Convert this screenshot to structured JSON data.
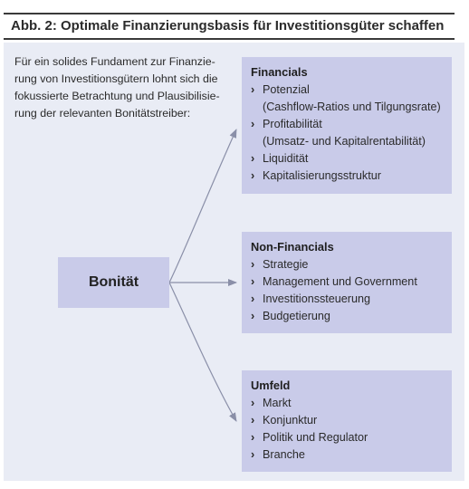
{
  "figure": {
    "title": "Abb. 2: Optimale Finanzierungsbasis für Investitionsgüter schaffen"
  },
  "intro": {
    "lines": [
      "Für ein solides Fundament zur Finanzie-",
      "rung von Investitionsgütern lohnt sich die",
      "fokussierte Betrachtung und Plausibilisie-",
      "rung der relevanten Bonitätstreiber:"
    ]
  },
  "center": {
    "label": "Bonität"
  },
  "bullet_glyph": "›",
  "categories": [
    {
      "title": "Financials",
      "items": [
        {
          "text": "Potenzial",
          "bullet": true
        },
        {
          "text": "(Cashflow-Ratios und Tilgungsrate)",
          "bullet": false
        },
        {
          "text": "Profitabilität",
          "bullet": true
        },
        {
          "text": "(Umsatz- und Kapitalrentabilität)",
          "bullet": false
        },
        {
          "text": "Liquidität",
          "bullet": true
        },
        {
          "text": "Kapitalisierungsstruktur",
          "bullet": true
        }
      ]
    },
    {
      "title": "Non-Financials",
      "items": [
        {
          "text": "Strategie",
          "bullet": true
        },
        {
          "text": "Management und Government",
          "bullet": true
        },
        {
          "text": "Investitionssteuerung",
          "bullet": true
        },
        {
          "text": "Budgetierung",
          "bullet": true
        }
      ]
    },
    {
      "title": "Umfeld",
      "items": [
        {
          "text": "Markt",
          "bullet": true
        },
        {
          "text": "Konjunktur",
          "bullet": true
        },
        {
          "text": "Politik und Regulator",
          "bullet": true
        },
        {
          "text": "Branche",
          "bullet": true
        }
      ]
    }
  ],
  "colors": {
    "panel_background": "#e9ecf5",
    "box_fill": "#c9cbe9",
    "arrow": "#8a8fa8",
    "title_rule": "#3a3a3a"
  }
}
